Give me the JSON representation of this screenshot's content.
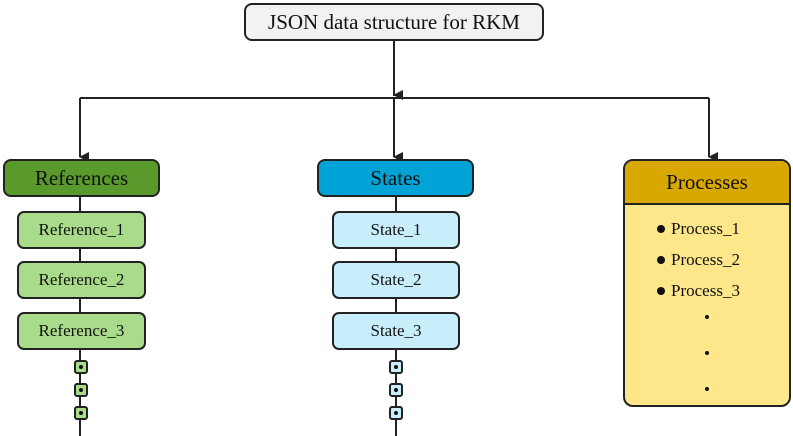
{
  "root": {
    "label": "JSON data structure for RKM"
  },
  "references": {
    "title": "References",
    "items": [
      "Reference_1",
      "Reference_2",
      "Reference_3"
    ],
    "color": "#5a9a2c",
    "item_color": "#a9dc8a"
  },
  "states": {
    "title": "States",
    "items": [
      "State_1",
      "State_2",
      "State_3"
    ],
    "color": "#00a3d6",
    "item_color": "#c8eefc"
  },
  "processes": {
    "title": "Processes",
    "items": [
      "Process_1",
      "Process_2",
      "Process_3"
    ],
    "color": "#d8a800",
    "body_color": "#fde78a"
  }
}
